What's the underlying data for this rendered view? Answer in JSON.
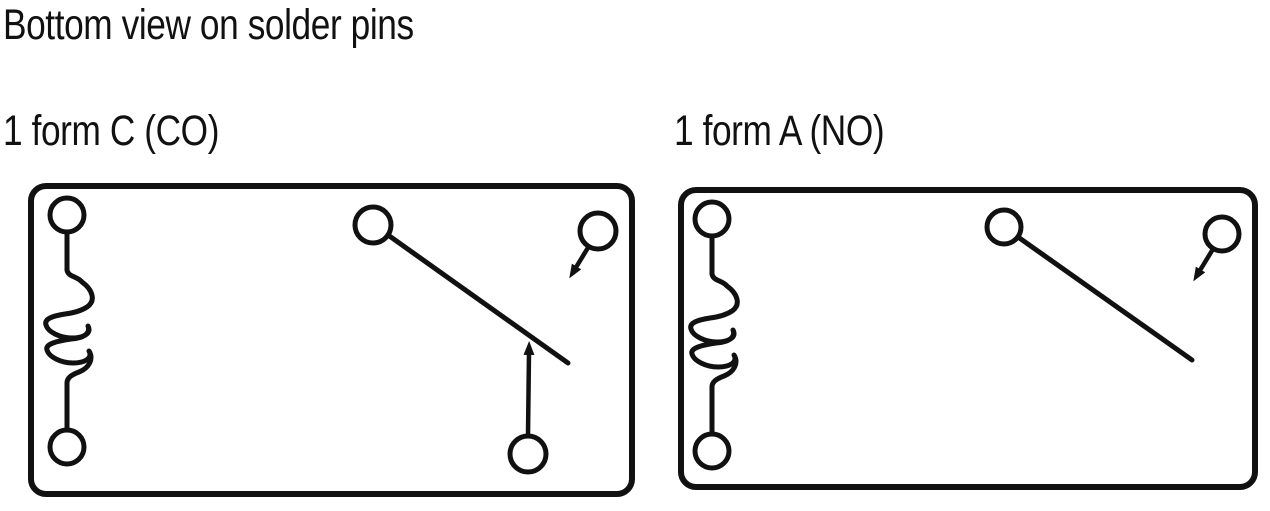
{
  "page": {
    "title": "Bottom view on solder pins",
    "background_color": "#ffffff",
    "ink_color": "#111111"
  },
  "diagrams": [
    {
      "id": "form-c",
      "label": "1 form C (CO)",
      "icons": [
        "relay-outline",
        "coil-symbol",
        "coil-pin-top",
        "coil-pin-bottom",
        "common-pin",
        "contact-blade",
        "nc-pin",
        "nc-contact-arrow",
        "no-pin",
        "no-contact-arrow"
      ]
    },
    {
      "id": "form-a",
      "label": "1 form A (NO)",
      "icons": [
        "relay-outline",
        "coil-symbol",
        "coil-pin-top",
        "coil-pin-bottom",
        "common-pin",
        "contact-blade",
        "no-pin",
        "no-contact-arrow"
      ]
    }
  ]
}
